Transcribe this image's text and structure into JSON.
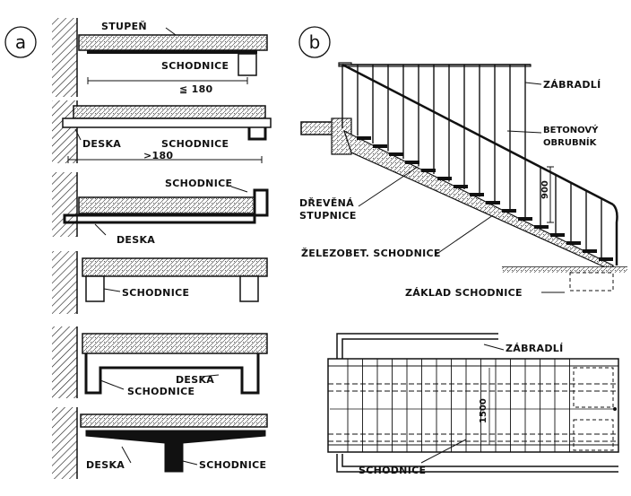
{
  "panels": {
    "a": {
      "letter": "a"
    },
    "b": {
      "letter": "b"
    }
  },
  "labels_a": {
    "stupen": "STUPEŇ",
    "schodnice_1": "SCHODNICE",
    "dim_1": "≦ 180",
    "deska_2": "DESKA",
    "schodnice_2": "SCHODNICE",
    "dim_2": ">180",
    "schodnice_3": "SCHODNICE",
    "deska_3": "DESKA",
    "schodnice_4": "SCHODNICE",
    "deska_5": "DESKA",
    "schodnice_5": "SCHODNICE",
    "deska_6": "DESKA",
    "schodnice_6": "SCHODNICE"
  },
  "labels_b": {
    "zabradli_top": "ZÁBRADLÍ",
    "betonovy": "BETONOVÝ",
    "obrubnik": "OBRUBNÍK",
    "dreven": "DŘEVĚNÁ",
    "stupnice": "STUPNICE",
    "dim_900": "900",
    "zelezobet": "ŽELEZOBET. SCHODNICE",
    "zaklad": "ZÁKLAD SCHODNICE",
    "zabradli_plan": "ZÁBRADLÍ",
    "dim_1500": "1500",
    "schodnice_plan": "SCHODNICE"
  }
}
